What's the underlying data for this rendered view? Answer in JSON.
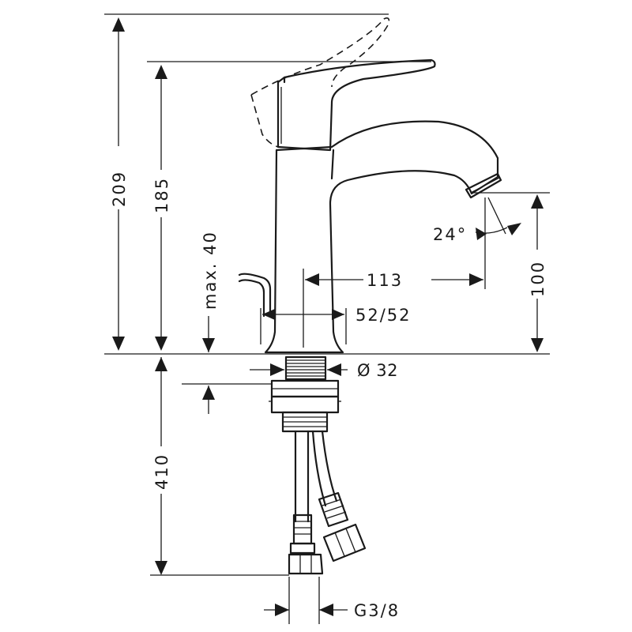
{
  "dimensions": {
    "total_height": "209",
    "body_height": "185",
    "max_40": "max. 40",
    "reach": "113",
    "spout_height": "100",
    "angle": "24°",
    "base": "52/52",
    "thread": "Ø 32",
    "hose_length": "410",
    "connection": "G3/8"
  }
}
